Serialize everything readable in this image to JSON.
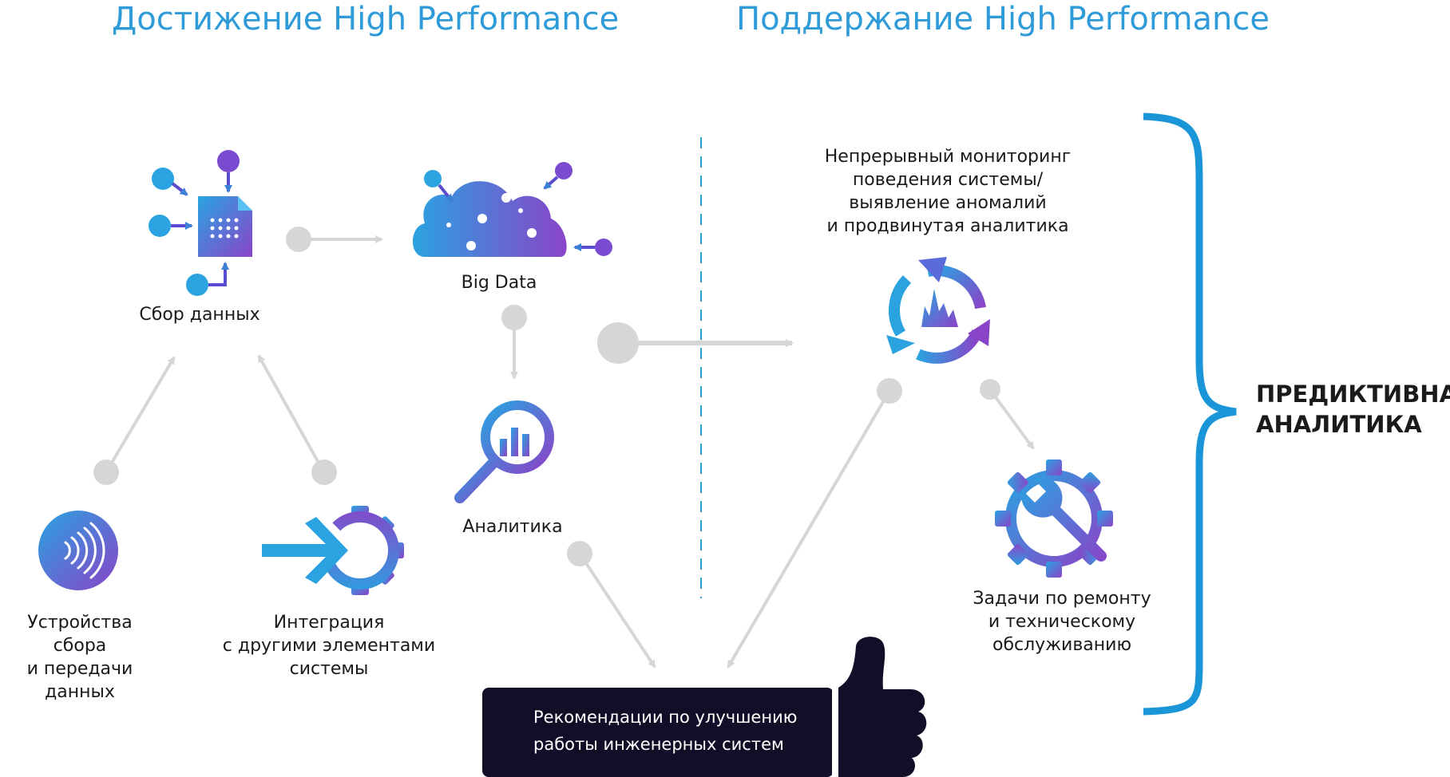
{
  "headings": {
    "left": "Достижение High Performance",
    "right": "Поддержание High Performance"
  },
  "nodes": {
    "data_collection": "Сбор данных",
    "big_data": "Big Data",
    "analytics": "Аналитика",
    "devices": "Устройства сбора\nи передачи\nданных",
    "integration": "Интеграция\nс другими элементами\nсистемы",
    "monitoring": "Непрерывный мониторинг\nповедения системы/\nвыявление аномалий\nи продвинутая аналитика",
    "maintenance": "Задачи по ремонту\nи техническому\nобслуживанию"
  },
  "recommendation": "Рекомендации по улучшению\nработы инженерных систем",
  "predictive": "ПРЕДИКТИВНАЯ\nАНАЛИТИКА",
  "icons": [
    "file-data-icon",
    "cloud-icon",
    "magnifier-chart-icon",
    "wireless-icon",
    "arrow-gear-icon",
    "cycle-monitor-icon",
    "gear-wrench-icon",
    "thumbs-up-icon"
  ],
  "colors": {
    "accent": "#2f9bd8",
    "gradient_start": "#2aa3e0",
    "gradient_end": "#8a44c8",
    "connector": "#d5d6d8",
    "banner": "#120e28"
  }
}
